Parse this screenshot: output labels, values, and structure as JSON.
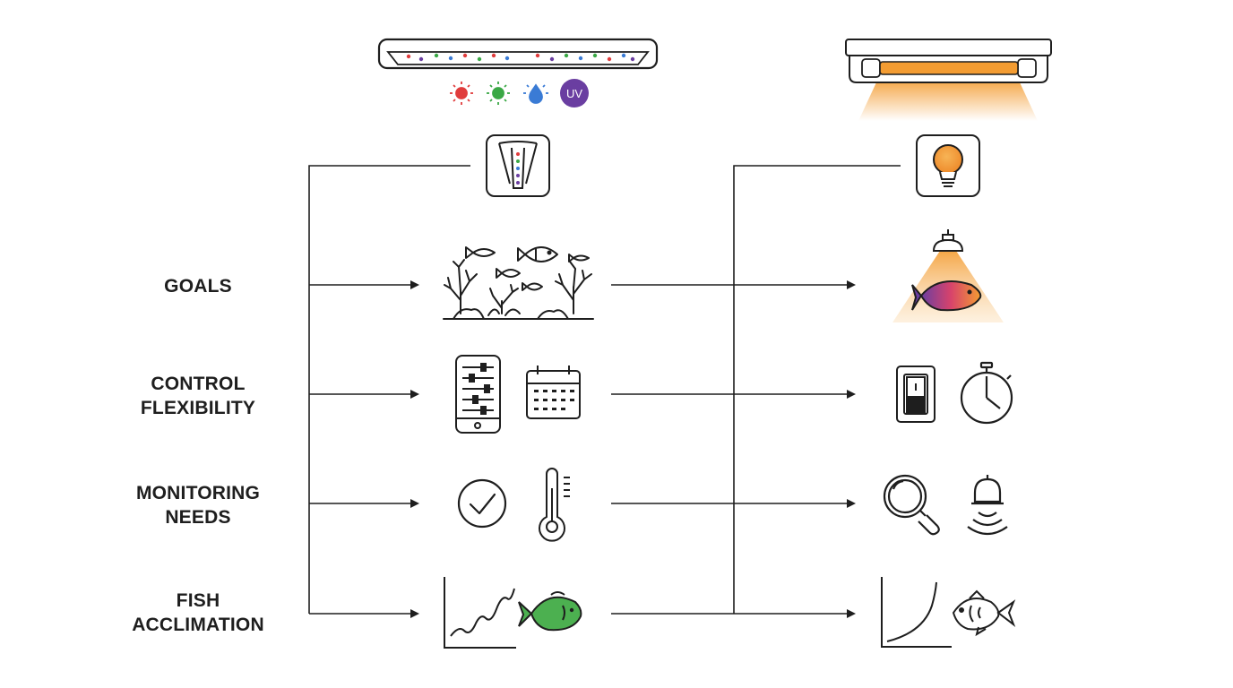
{
  "uv_badge": "UV",
  "rows": [
    {
      "id": "goals",
      "lines": [
        "GOALS"
      ]
    },
    {
      "id": "control",
      "lines": [
        "CONTROL",
        "FLEXIBILITY"
      ]
    },
    {
      "id": "monitoring",
      "lines": [
        "MONITORING",
        "NEEDS"
      ]
    },
    {
      "id": "fish",
      "lines": [
        "FISH",
        "ACCLIMATION"
      ]
    }
  ],
  "colors": {
    "stroke": "#1e1e1e",
    "led_red": "#e03c3c",
    "led_green": "#3aa845",
    "led_blue": "#3a7bd5",
    "uv_purple": "#6a3ea1",
    "fish_green": "#4cb050",
    "heat_orange": "#f39c32"
  },
  "icons": {
    "top_left": "led-light-bar-icon",
    "top_right": "heat-lamp-fixture-icon",
    "left_column": [
      "led-spectrum-app-icon",
      "coral-reef-fish-icon",
      "smartphone-sliders-icon",
      "calendar-icon",
      "checkmark-circle-icon",
      "thermometer-icon",
      "gradual-ramp-chart-icon",
      "green-fish-icon"
    ],
    "right_column": [
      "light-bulb-app-icon",
      "spotlight-fish-icon",
      "on-off-switch-icon",
      "stopwatch-icon",
      "magnifier-icon",
      "alarm-bell-icon",
      "exponential-curve-chart-icon",
      "outline-fish-icon"
    ]
  }
}
